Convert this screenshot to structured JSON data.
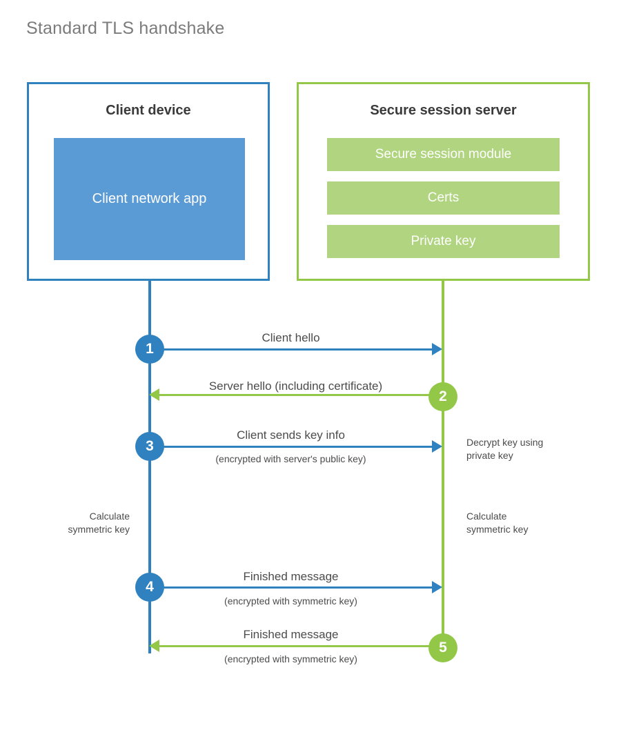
{
  "title": "Standard TLS handshake",
  "colors": {
    "client_accent": "#2f81bf",
    "server_accent": "#93c748",
    "client_app_fill": "#5b9bd5",
    "server_bar_fill": "#b0d47f",
    "title_text": "#7b7b7b",
    "body_text": "#4b4b4b",
    "heading_text": "#3a3a3a"
  },
  "participants": {
    "client": {
      "title": "Client device",
      "component": "Client network app"
    },
    "server": {
      "title": "Secure session server",
      "components": [
        "Secure session module",
        "Certs",
        "Private key"
      ]
    }
  },
  "messages": [
    {
      "step": "1",
      "label": "Client hello",
      "sublabel": "",
      "direction": "client-to-server",
      "color": "#2f81bf"
    },
    {
      "step": "2",
      "label": "Server hello (including certificate)",
      "sublabel": "",
      "direction": "server-to-client",
      "color": "#93c748"
    },
    {
      "step": "3",
      "label": "Client sends key info",
      "sublabel": "(encrypted with server's public key)",
      "direction": "client-to-server",
      "color": "#2f81bf"
    },
    {
      "step": "4",
      "label": "Finished message",
      "sublabel": "(encrypted with symmetric key)",
      "direction": "client-to-server",
      "color": "#2f81bf"
    },
    {
      "step": "5",
      "label": "Finished message",
      "sublabel": "(encrypted with symmetric key)",
      "direction": "server-to-client",
      "color": "#93c748"
    }
  ],
  "annotations": {
    "server_decrypt": "Decrypt key using\nprivate key",
    "server_decrypt_line1": "Decrypt key using",
    "server_decrypt_line2": "private key",
    "client_calculate_line1": "Calculate",
    "client_calculate_line2": "symmetric key",
    "server_calculate_line1": "Calculate",
    "server_calculate_line2": "symmetric key"
  }
}
